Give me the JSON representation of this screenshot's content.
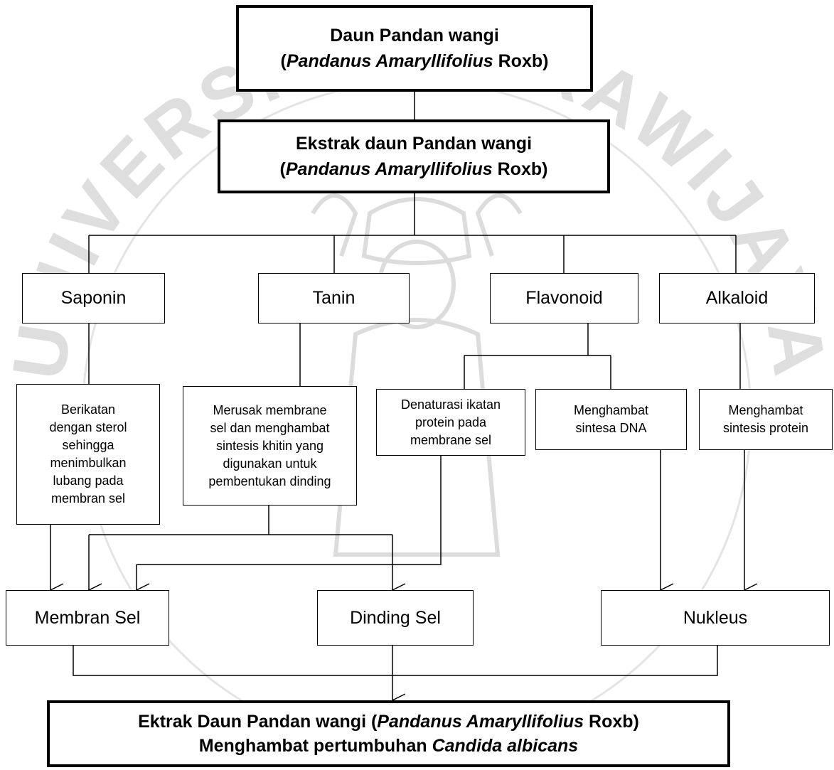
{
  "watermark": {
    "text": "UNIVERSITAS BRAWIJAYA",
    "color": "#d9d9d9"
  },
  "nodes": {
    "daun": {
      "line1": "Daun Pandan wangi",
      "line2_pre": "(",
      "line2_italic": "Pandanus Amaryllifolius",
      "line2_post": " Roxb)"
    },
    "ekstrak": {
      "line1": "Ekstrak daun Pandan wangi",
      "line2_pre": "(",
      "line2_italic": "Pandanus Amaryllifolius",
      "line2_post": " Roxb)"
    },
    "saponin": "Saponin",
    "tanin": "Tanin",
    "flavonoid": "Flavonoid",
    "alkaloid": "Alkaloid",
    "effect_saponin": [
      "Berikatan",
      "dengan sterol",
      "sehingga",
      "menimbulkan",
      "lubang pada",
      "membran sel"
    ],
    "effect_tanin": [
      "Merusak membrane",
      "sel dan menghambat",
      "sintesis khitin yang",
      "digunakan untuk",
      "pembentukan dinding"
    ],
    "effect_denaturasi": [
      "Denaturasi ikatan",
      "protein pada",
      "membrane sel"
    ],
    "effect_dna": [
      "Menghambat",
      "sintesa DNA"
    ],
    "effect_protein": [
      "Menghambat",
      "sintesis protein"
    ],
    "membran_sel": "Membran Sel",
    "dinding_sel": "Dinding Sel",
    "nukleus": "Nukleus",
    "result": {
      "line1_pre": "Ektrak Daun Pandan wangi (",
      "line1_italic": "Pandanus Amaryllifolius",
      "line1_post": " Roxb)",
      "line2_pre": "Menghambat pertumbuhan ",
      "line2_italic": "Candida albicans"
    }
  }
}
